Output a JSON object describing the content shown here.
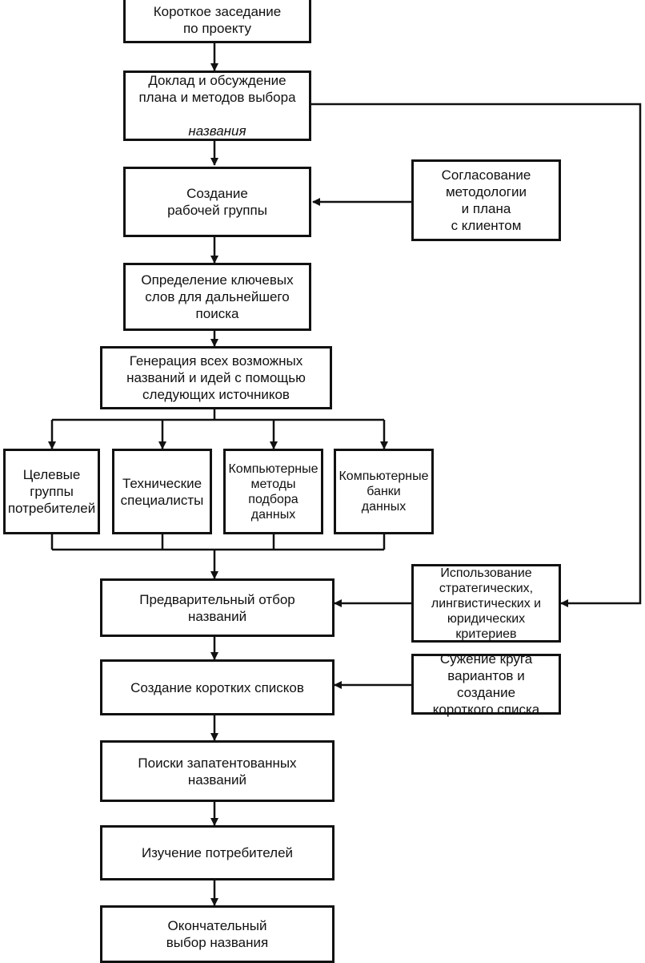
{
  "boxes": {
    "kickoff": "Короткое заседание\nпо проекту",
    "report_line1": "Доклад и обсуждение\nплана и методов выбора",
    "report_line2": "названия",
    "working_group": "Создание\nрабочей группы",
    "agree_method": "Согласование\nметодологии\nи плана\nс клиентом",
    "keywords": "Определение ключевых\nслов для дальнейшего\nпоиска",
    "generation": "Генерация всех возможных\nназваний и идей с помощью\nследующих источников",
    "source_target_groups": "Целевые\nгруппы\nпотребителей",
    "source_tech_specialists": "Технические\nспециалисты",
    "source_computer_methods": "Компьютерные\nметоды\nподбора\nданных",
    "source_databanks": "Компьютерные\nбанки\nданных",
    "preselection": "Предварительный отбор\nназваний",
    "criteria": "Использование\nстратегических,\nлингвистических и\nюридических\nкритериев",
    "shortlists": "Создание коротких списков",
    "narrowing": "Сужение круга\nвариантов и создание\nкороткого списка",
    "patent_search": "Поиски запатентованных\nназваний",
    "consumer_study": "Изучение потребителей",
    "final_choice": "Окончательный\nвыбор названия"
  }
}
